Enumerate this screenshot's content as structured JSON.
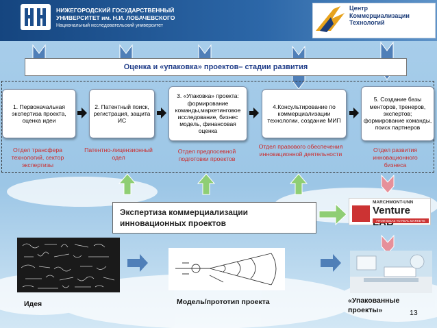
{
  "header": {
    "university_line1": "НИЖЕГОРОДСКИЙ ГОСУДАРСТВЕННЫЙ",
    "university_line2": "УНИВЕРСИТЕТ им. Н.И. ЛОБАЧЕВСКОГО",
    "university_line3": "Национальный исследовательский университет",
    "center_line1": "Центр",
    "center_line2": "Коммерциализации",
    "center_line3": "Технологий"
  },
  "title": "Оценка и «упаковка» проектов– стадии развития",
  "stages": [
    {
      "label": "1. Первоначальная экспертиза проекта, оценка идеи",
      "dept": "Отдел трансфера технологий, сектор экспертизы"
    },
    {
      "label": "2. Патентный поиск, регистрация, защита ИС",
      "dept": "Патентно-лицензионный одел"
    },
    {
      "label": "3. «Упаковка» проекта: формирование команды,маркетинговое исследование, бизнес модель, финансовая оценка",
      "dept": "Отдел предпосевной подготовки проектов"
    },
    {
      "label": "4.Консультирование по коммерциализации технологии, создание МИП",
      "dept": "Отдел правового обеспечения инновационной деятельности"
    },
    {
      "label": "5. Создание базы менторов, тренеров, экспертов; формирование команды, поиск партнеров",
      "dept": "Отдел развития инновационного бизнеса"
    }
  ],
  "expertise": "Экспертиза коммерциализации инновационных проектов",
  "venture_lab": {
    "top": "MARCHMONT-UNN",
    "main": "Venture LAB",
    "tagline": "FROM IDEAS TO REAL MARKETS"
  },
  "captions": {
    "idea": "Идея",
    "model": "Модель/прототип проекта",
    "packaged_line1": "«Упакованные",
    "packaged_line2": "проекты»"
  },
  "page_number": "13",
  "colors": {
    "header_blue": "#1c4e8c",
    "sky": "#8ec1e6",
    "arrow_blue": "#4f7fb8",
    "arrow_green": "#8fce74",
    "arrow_pink": "#e6909a",
    "dept_red": "#cc2a2a",
    "title_blue": "#1f3c88"
  }
}
